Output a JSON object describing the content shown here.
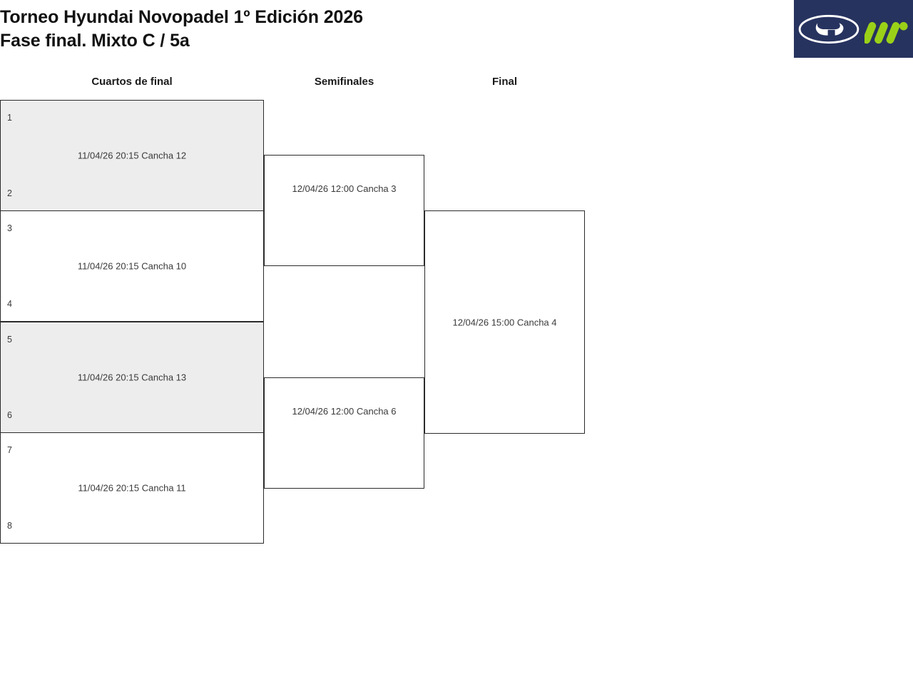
{
  "header": {
    "title_line_1": "Torneo Hyundai Novopadel 1º Edición 2026",
    "title_line_2": "Fase final. Mixto C / 5a",
    "logo": {
      "background_color": "#27335f",
      "hyundai_mark_color": "#ffffff",
      "novopadel_mark_color": "#9ad118",
      "hyundai_icon_name": "hyundai-logo-icon",
      "novopadel_icon_name": "novopadel-logo-icon"
    }
  },
  "bracket": {
    "rounds": [
      {
        "key": "quarterfinals",
        "label": "Cuartos de final"
      },
      {
        "key": "semifinals",
        "label": "Semifinales"
      },
      {
        "key": "final",
        "label": "Final"
      }
    ],
    "quarterfinals": [
      {
        "seed_top": "1",
        "seed_bottom": "2",
        "info": "11/04/26 20:15 Cancha 12",
        "shaded": true
      },
      {
        "seed_top": "3",
        "seed_bottom": "4",
        "info": "11/04/26 20:15 Cancha 10",
        "shaded": false
      },
      {
        "seed_top": "5",
        "seed_bottom": "6",
        "info": "11/04/26 20:15 Cancha 13",
        "shaded": true
      },
      {
        "seed_top": "7",
        "seed_bottom": "8",
        "info": "11/04/26 20:15 Cancha 11",
        "shaded": false
      }
    ],
    "semifinals": [
      {
        "info": "12/04/26 12:00 Cancha 3"
      },
      {
        "info": "12/04/26 12:00 Cancha 6"
      }
    ],
    "final": [
      {
        "info": "12/04/26 15:00 Cancha 4"
      }
    ]
  },
  "colors": {
    "shaded_row": "#ededed",
    "border": "#2b2b2b",
    "text": "#3a3a3a",
    "title": "#111111"
  }
}
